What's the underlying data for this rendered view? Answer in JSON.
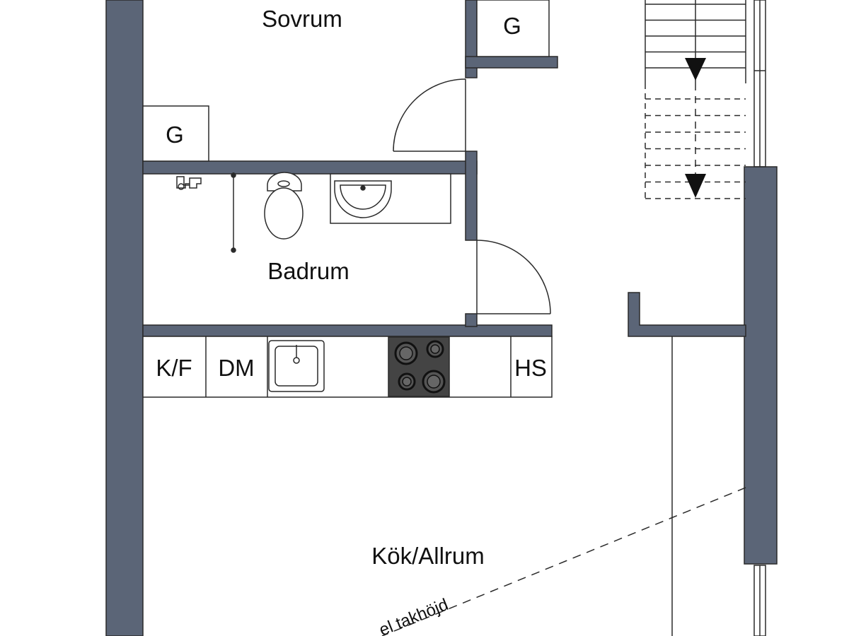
{
  "colors": {
    "wall": "#5b6577",
    "line": "#2a2a2a",
    "background": "#ffffff",
    "hob": "#444444"
  },
  "rooms": {
    "sovrum": "Sovrum",
    "badrum": "Badrum",
    "kok_allrum": "Kök/Allrum"
  },
  "fixtures": {
    "g_closet_1": "G",
    "g_closet_2": "G",
    "kf": "K/F",
    "dm": "DM",
    "hs": "HS"
  },
  "annotations": {
    "ceiling_note": "el takhöjd"
  },
  "icons": [
    "toilet-icon",
    "washbasin-icon",
    "kitchen-sink-icon",
    "hob-icon",
    "shower-icon",
    "stair-arrow-icon"
  ]
}
